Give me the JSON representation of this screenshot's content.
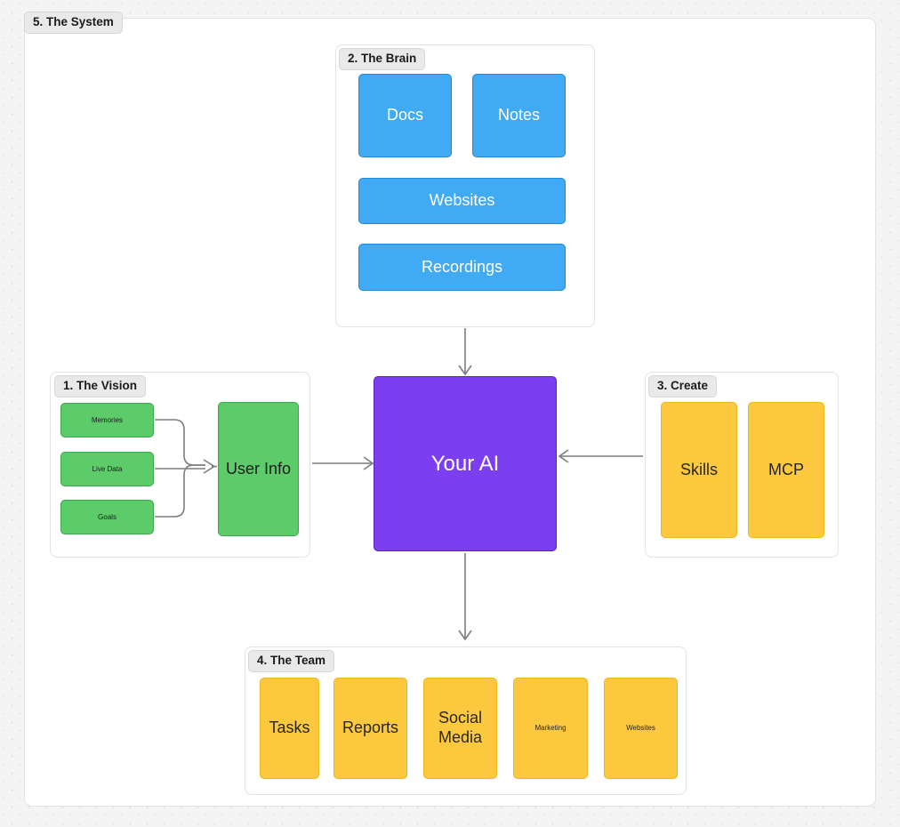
{
  "diagram": {
    "title": "5. The System",
    "groups": [
      {
        "id": "system",
        "label": "5. The System"
      },
      {
        "id": "brain",
        "label": "2. The Brain"
      },
      {
        "id": "vision",
        "label": "1. The Vision"
      },
      {
        "id": "create",
        "label": "3. Create"
      },
      {
        "id": "team",
        "label": "4. The Team"
      }
    ],
    "nodes": {
      "brain": [
        {
          "label": "Docs",
          "color": "#41aaf5"
        },
        {
          "label": "Notes",
          "color": "#41aaf5"
        },
        {
          "label": "Websites",
          "color": "#41aaf5"
        },
        {
          "label": "Recordings",
          "color": "#41aaf5"
        }
      ],
      "vision": [
        {
          "label": "Memories",
          "color": "#5ccb6a"
        },
        {
          "label": "Live Data",
          "color": "#5ccb6a"
        },
        {
          "label": "Goals",
          "color": "#5ccb6a"
        },
        {
          "label": "User Info",
          "color": "#5ccb6a"
        }
      ],
      "center": [
        {
          "label": "Your AI",
          "color": "#7c3ff0"
        }
      ],
      "create": [
        {
          "label": "Skills",
          "color": "#fcc83e"
        },
        {
          "label": "MCP",
          "color": "#fcc83e"
        }
      ],
      "team": [
        {
          "label": "Tasks",
          "color": "#fcc83e"
        },
        {
          "label": "Reports",
          "color": "#fcc83e"
        },
        {
          "label": "Social Media",
          "color": "#fcc83e"
        },
        {
          "label": "Marketing",
          "color": "#fcc83e"
        },
        {
          "label": "Websites",
          "color": "#fcc83e"
        }
      ]
    },
    "edges": [
      {
        "from": "Memories",
        "to": "User Info"
      },
      {
        "from": "Live Data",
        "to": "User Info"
      },
      {
        "from": "Goals",
        "to": "User Info"
      },
      {
        "from": "User Info",
        "to": "Your AI"
      },
      {
        "from": "The Brain",
        "to": "Your AI"
      },
      {
        "from": "Create",
        "to": "Your AI"
      },
      {
        "from": "Your AI",
        "to": "The Team"
      }
    ],
    "colors": {
      "blue": "#41aaf5",
      "green": "#5ccb6a",
      "amber": "#fcc83e",
      "purple": "#7c3ff0",
      "edge": "#7d7d7d",
      "canvas": "#f4f4f5",
      "container": "#ffffff",
      "label_chip": "#e9e9e9"
    }
  }
}
